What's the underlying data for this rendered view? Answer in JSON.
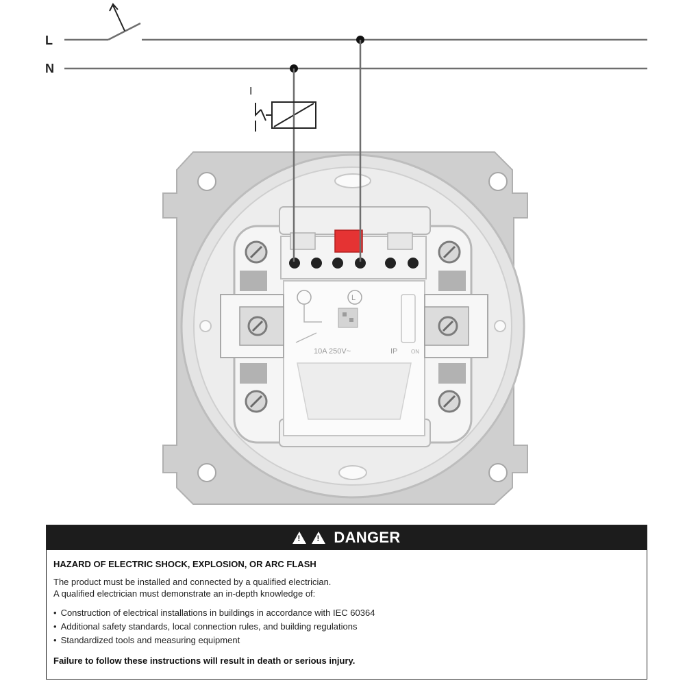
{
  "wiring": {
    "line_label": "L",
    "neutral_label": "N",
    "relay_mark": "I"
  },
  "device": {
    "rating": "10A 250V~",
    "ip": "IP",
    "on": "ON",
    "terminal_l": "L"
  },
  "danger": {
    "title": "DANGER",
    "hazard_title": "HAZARD OF ELECTRIC SHOCK, EXPLOSION, OR ARC FLASH",
    "para1": "The product must be installed and connected by a qualified electrician.",
    "para2": "A qualified electrician must demonstrate an in-depth knowledge of:",
    "bullets": [
      "Construction of electrical installations in buildings in accordance with IEC 60364",
      "Additional safety standards, local connection rules, and building regulations",
      "Standardized tools and measuring equipment"
    ],
    "footer": "Failure to follow these instructions will result in death or serious injury."
  },
  "colors": {
    "wire": "#6e6e6e",
    "frame": "#c9c9c9",
    "housing": "#ececec",
    "button_red": "#e53333",
    "danger_header": "#1c1c1c"
  }
}
